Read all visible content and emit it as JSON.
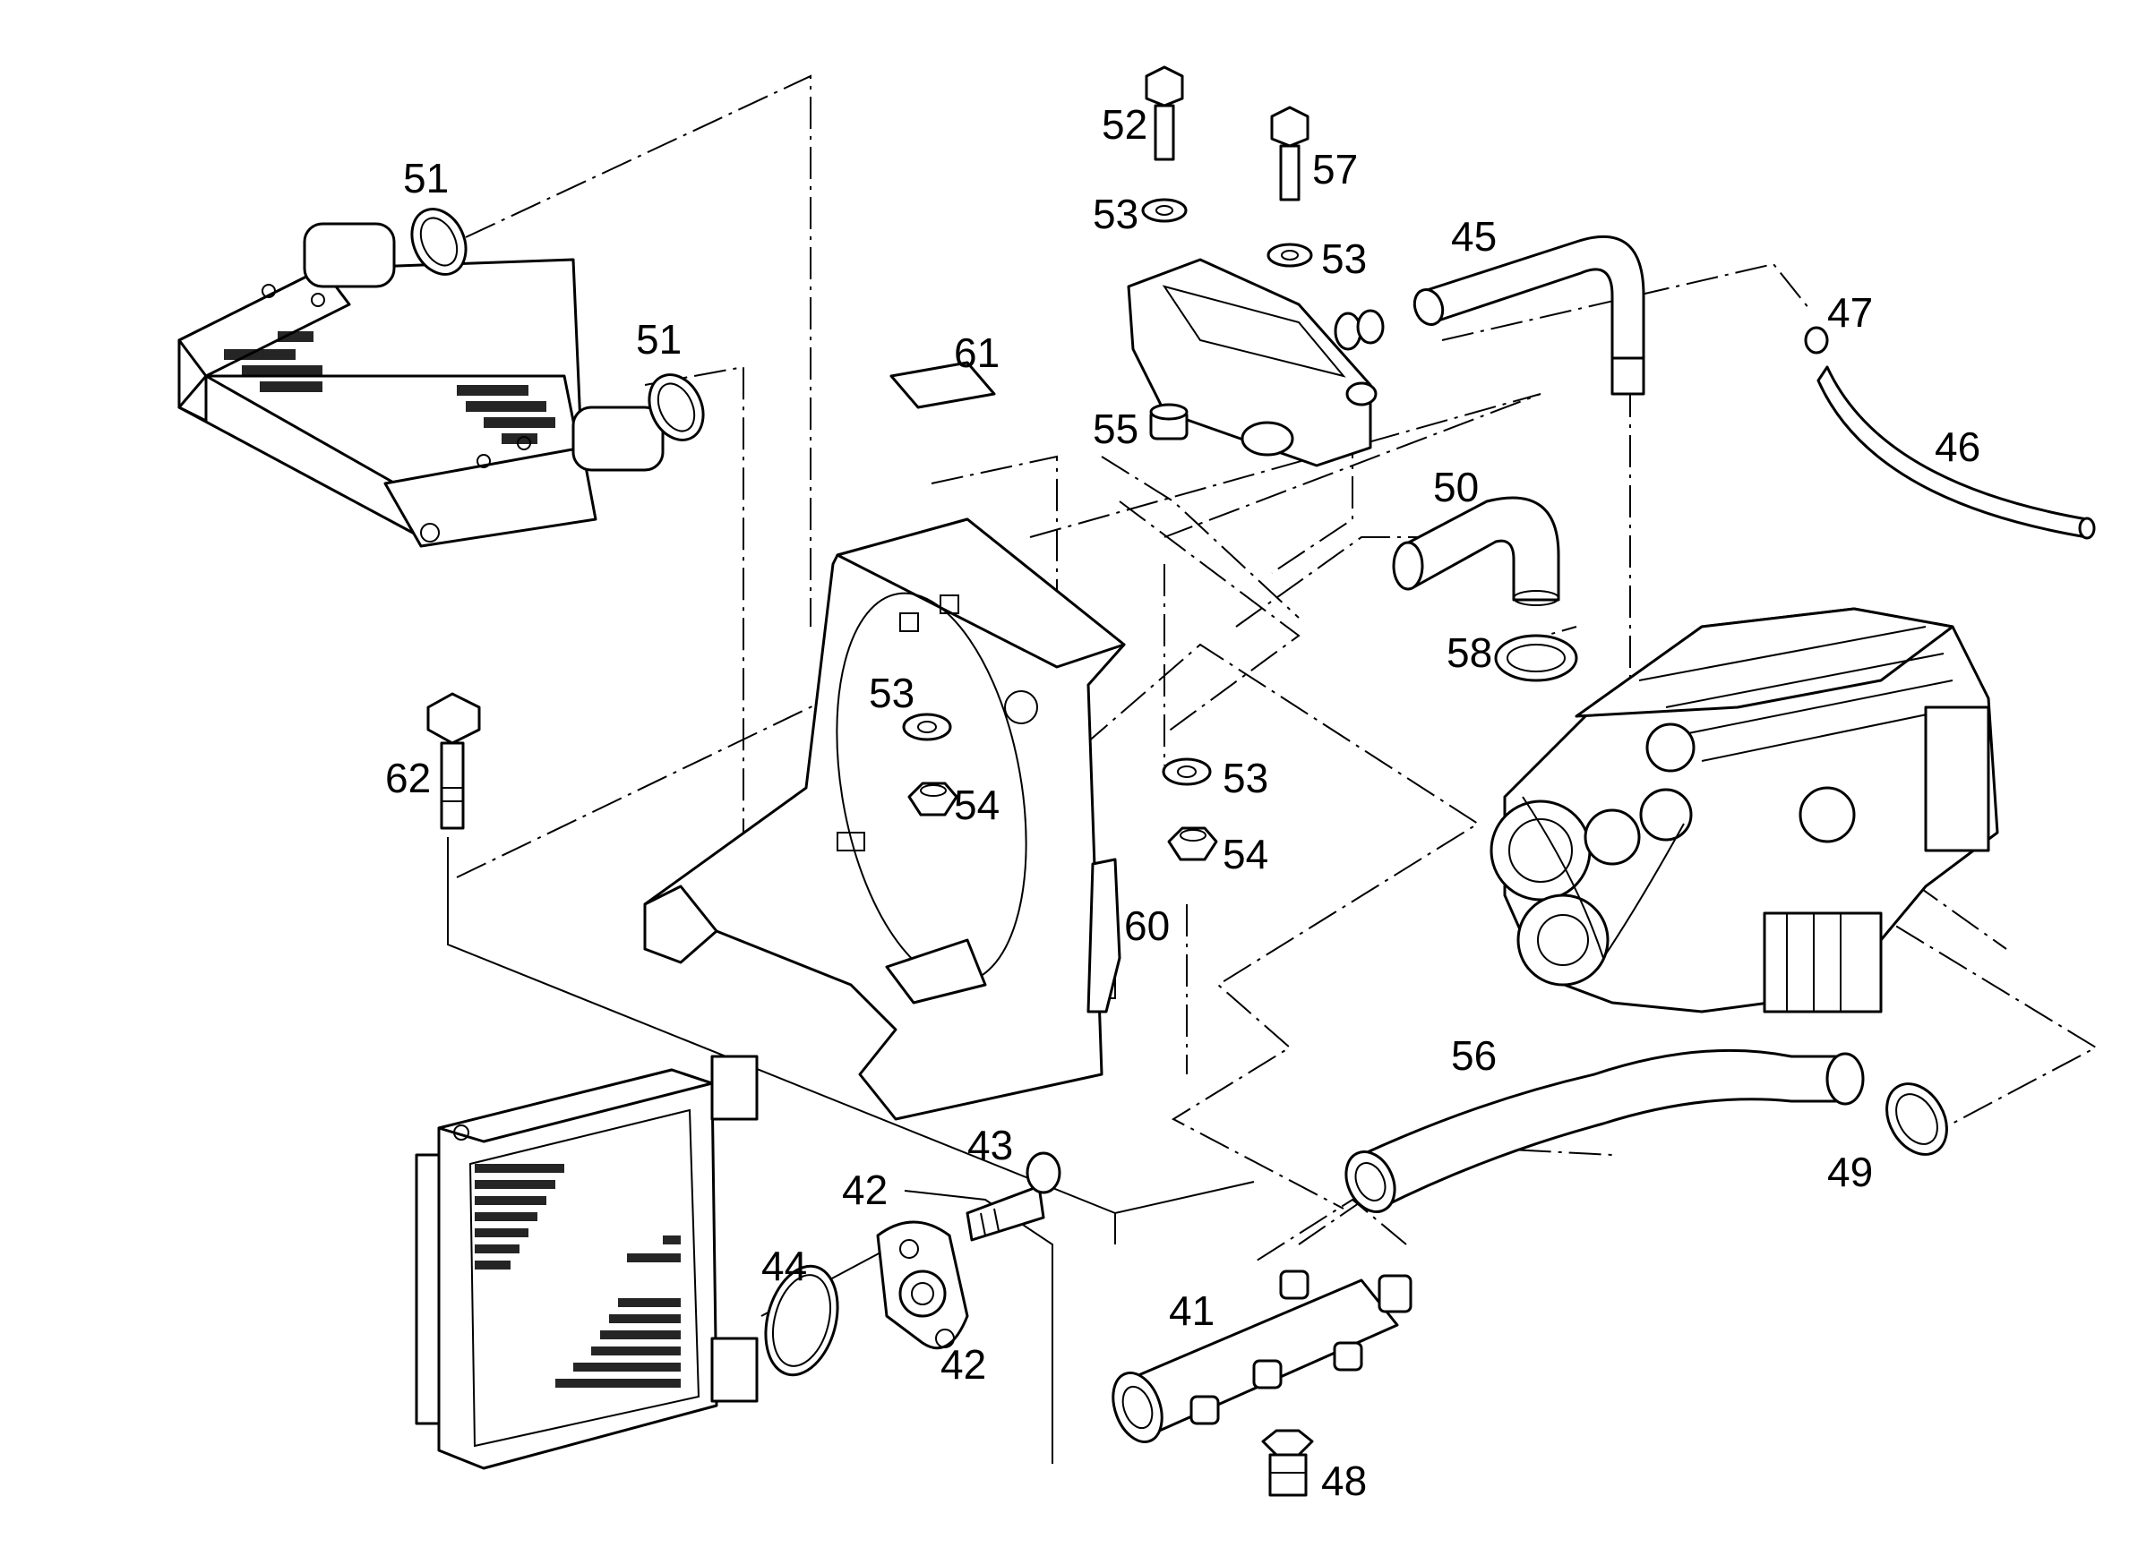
{
  "diagram": {
    "callouts": [
      {
        "id": "41",
        "text": "41"
      },
      {
        "id": "42a",
        "text": "42"
      },
      {
        "id": "42b",
        "text": "42"
      },
      {
        "id": "43",
        "text": "43"
      },
      {
        "id": "44",
        "text": "44"
      },
      {
        "id": "45",
        "text": "45"
      },
      {
        "id": "46",
        "text": "46"
      },
      {
        "id": "47",
        "text": "47"
      },
      {
        "id": "48",
        "text": "48"
      },
      {
        "id": "49",
        "text": "49"
      },
      {
        "id": "50",
        "text": "50"
      },
      {
        "id": "51a",
        "text": "51"
      },
      {
        "id": "51b",
        "text": "51"
      },
      {
        "id": "52",
        "text": "52"
      },
      {
        "id": "53a",
        "text": "53"
      },
      {
        "id": "53b",
        "text": "53"
      },
      {
        "id": "53c",
        "text": "53"
      },
      {
        "id": "53d",
        "text": "53"
      },
      {
        "id": "54a",
        "text": "54"
      },
      {
        "id": "54b",
        "text": "54"
      },
      {
        "id": "55",
        "text": "55"
      },
      {
        "id": "56",
        "text": "56"
      },
      {
        "id": "57",
        "text": "57"
      },
      {
        "id": "58",
        "text": "58"
      },
      {
        "id": "60",
        "text": "60"
      },
      {
        "id": "61",
        "text": "61"
      },
      {
        "id": "62",
        "text": "62"
      }
    ]
  }
}
